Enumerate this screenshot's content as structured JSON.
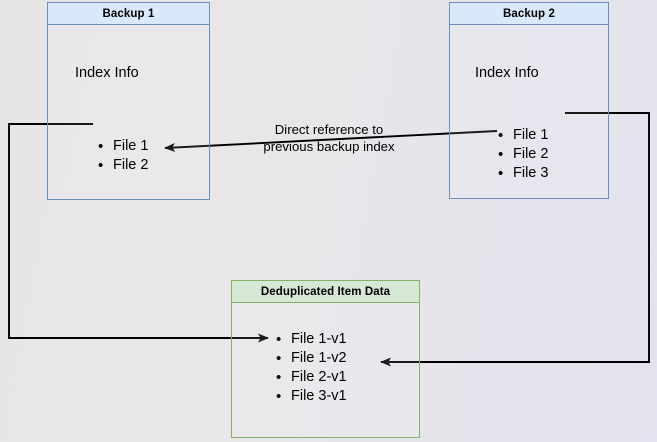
{
  "diagram": {
    "title_backup1": "Backup 1",
    "title_backup2": "Backup 2",
    "title_dedup": "Deduplicated Item Data",
    "index_label": "Index Info",
    "backup1_files": [
      "File 1",
      "File 2"
    ],
    "backup2_files": [
      "File 1",
      "File 2",
      "File 3"
    ],
    "dedup_items": [
      "File 1-v1",
      "File 1-v2",
      "File 2-v1",
      "File 3-v1"
    ],
    "annotation_line1": "Direct reference to",
    "annotation_line2": "previous backup index",
    "colors": {
      "blue_border": "#6c8ebf",
      "blue_fill": "#dae8fc",
      "green_border": "#82b366",
      "green_fill": "#d5e8d4",
      "arrow": "#000000"
    }
  }
}
